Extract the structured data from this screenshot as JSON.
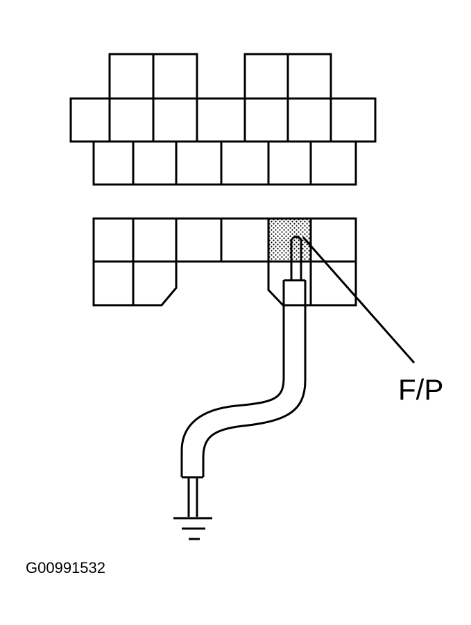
{
  "callout_label": "F/P",
  "figure_id": "G00991532",
  "colors": {
    "line": "#000000",
    "background": "#ffffff",
    "terminal_fill": "dotted"
  }
}
